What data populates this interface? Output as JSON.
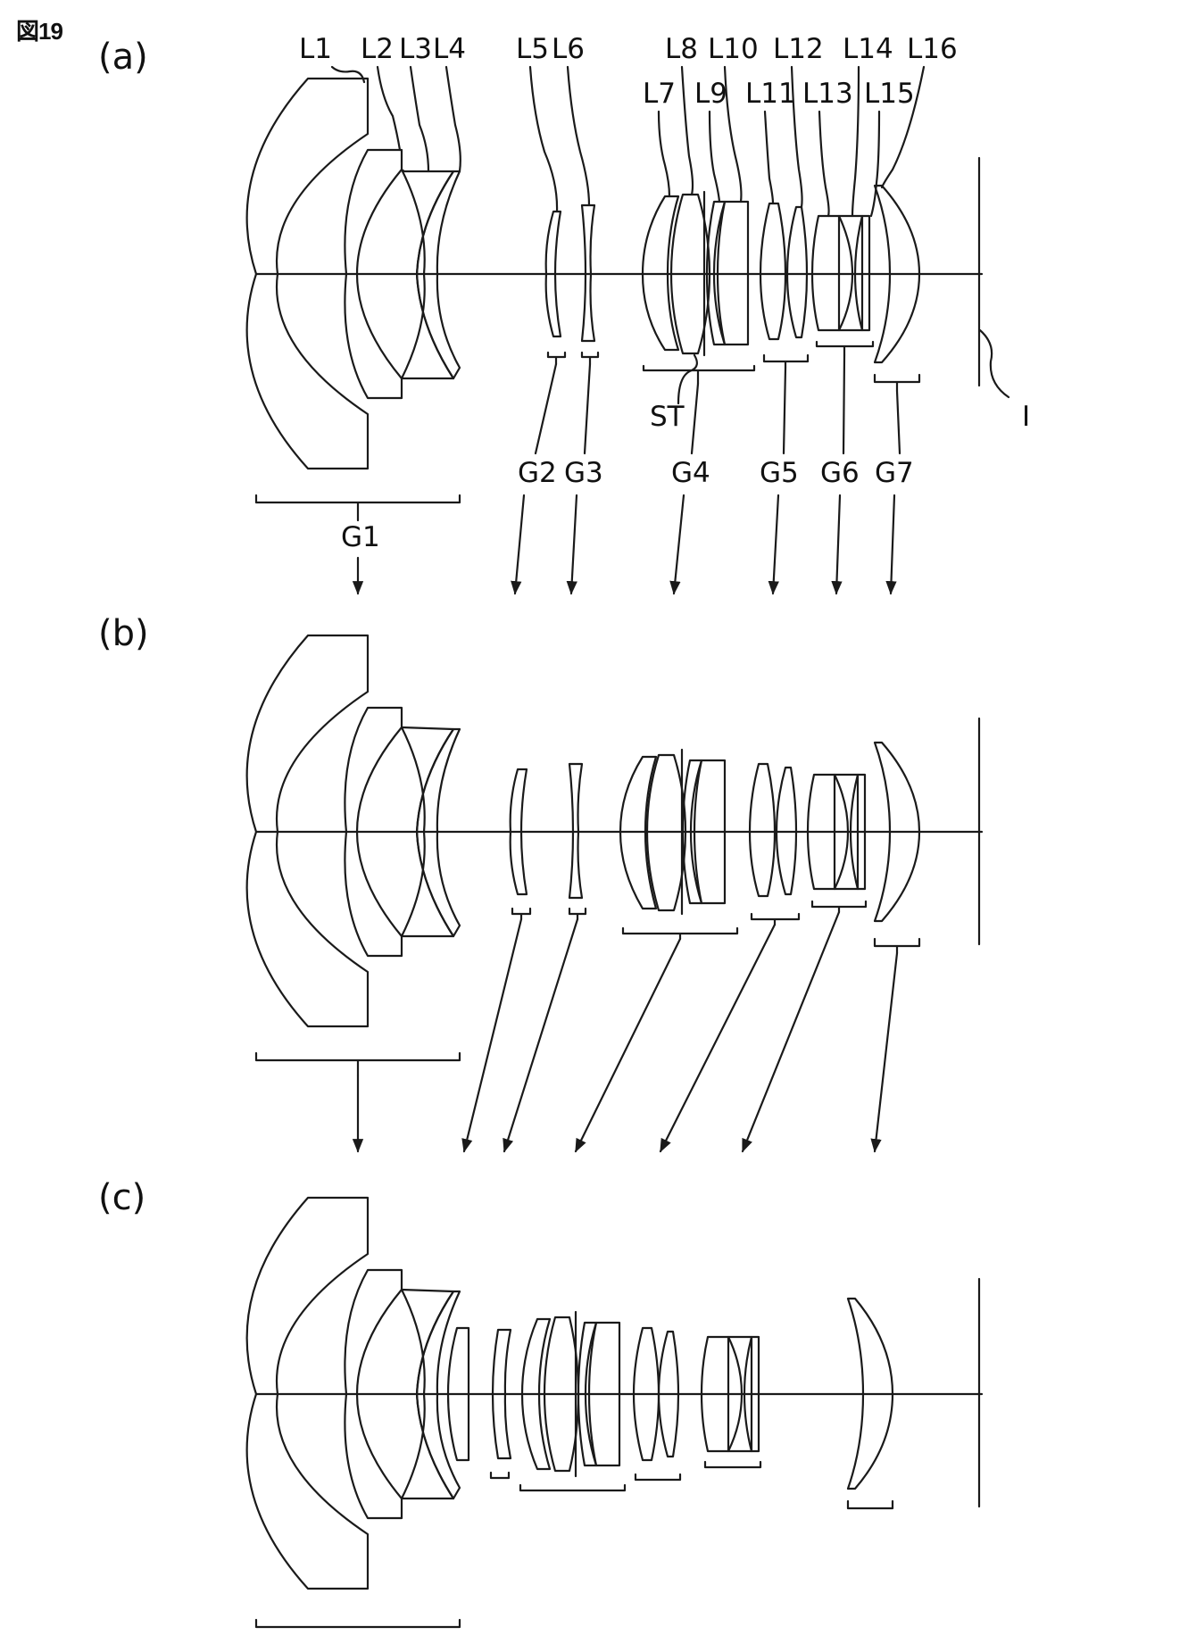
{
  "figure_label": "図19",
  "panels": [
    {
      "label": "(a)"
    },
    {
      "label": "(b)"
    },
    {
      "label": "(c)"
    }
  ],
  "lens_labels": [
    "L1",
    "L2",
    "L3",
    "L4",
    "L5",
    "L6",
    "L7",
    "L8",
    "L9",
    "L10",
    "L11",
    "L12",
    "L13",
    "L14",
    "L15",
    "L16"
  ],
  "group_labels": [
    "G1",
    "G2",
    "G3",
    "G4",
    "G5",
    "G6",
    "G7"
  ],
  "stop_label": "ST",
  "image_plane_label": "I"
}
